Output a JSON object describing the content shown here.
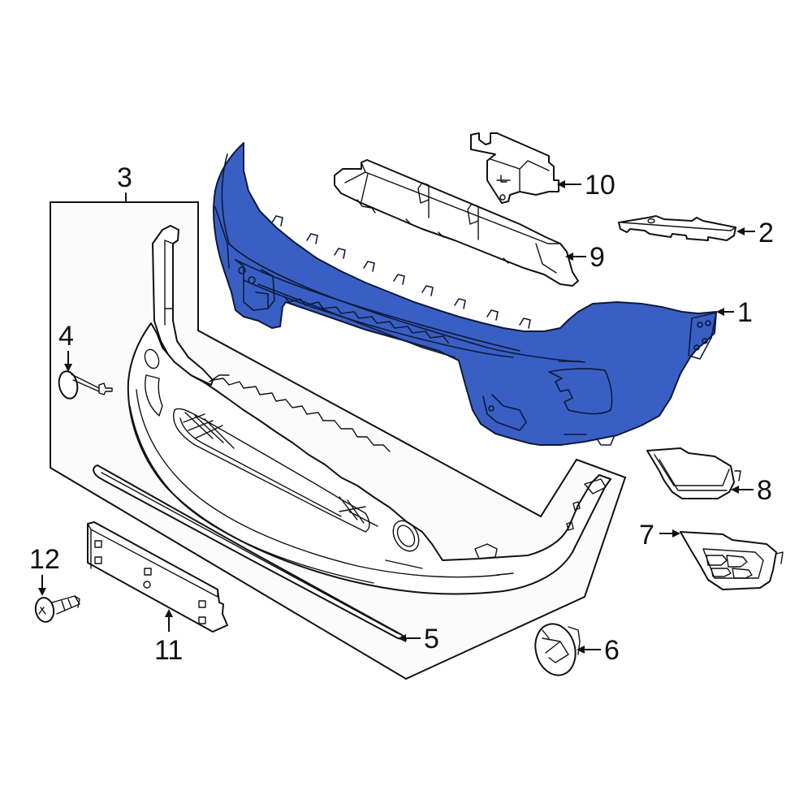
{
  "diagram": {
    "type": "exploded-parts-diagram",
    "subject": "front bumper assembly",
    "colors": {
      "highlight_fill": "#3a5fc4",
      "outline": "#111111",
      "group_box_fill": "#fbfbfb",
      "background": "#ffffff"
    },
    "highlighted_part": "1",
    "callouts": [
      {
        "id": "1",
        "label": "1",
        "part": "bumper-cover-highlighted"
      },
      {
        "id": "2",
        "label": "2",
        "part": "bracket-strip"
      },
      {
        "id": "3",
        "label": "3",
        "part": "bumper-cover-assembly-group"
      },
      {
        "id": "4",
        "label": "4",
        "part": "tow-hook-cap"
      },
      {
        "id": "5",
        "label": "5",
        "part": "lower-molding-strip"
      },
      {
        "id": "6",
        "label": "6",
        "part": "emblem-plug"
      },
      {
        "id": "7",
        "label": "7",
        "part": "fog-lamp-grille"
      },
      {
        "id": "8",
        "label": "8",
        "part": "fog-lamp-bezel"
      },
      {
        "id": "9",
        "label": "9",
        "part": "energy-absorber"
      },
      {
        "id": "10",
        "label": "10",
        "part": "sensor-bracket"
      },
      {
        "id": "11",
        "label": "11",
        "part": "license-plate-bracket"
      },
      {
        "id": "12",
        "label": "12",
        "part": "push-pin-fastener"
      }
    ]
  }
}
